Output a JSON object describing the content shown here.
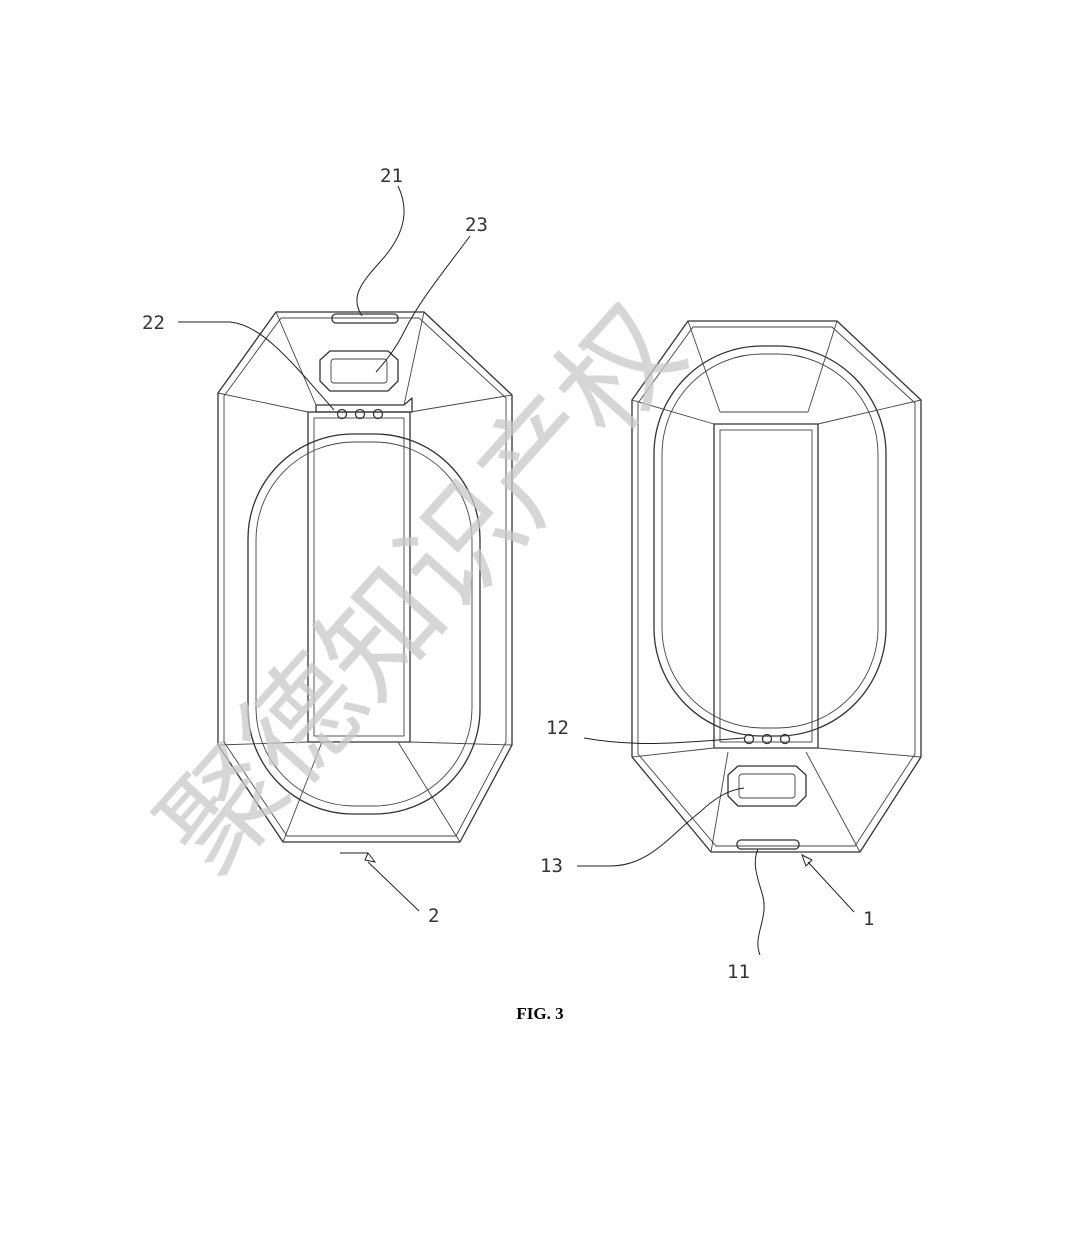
{
  "figure": {
    "caption": "FIG. 3",
    "watermark": "聚德知识产权",
    "labels": {
      "ref_1": "1",
      "ref_2": "2",
      "ref_11": "11",
      "ref_12": "12",
      "ref_13": "13",
      "ref_21": "21",
      "ref_22": "22",
      "ref_23": "23"
    }
  }
}
